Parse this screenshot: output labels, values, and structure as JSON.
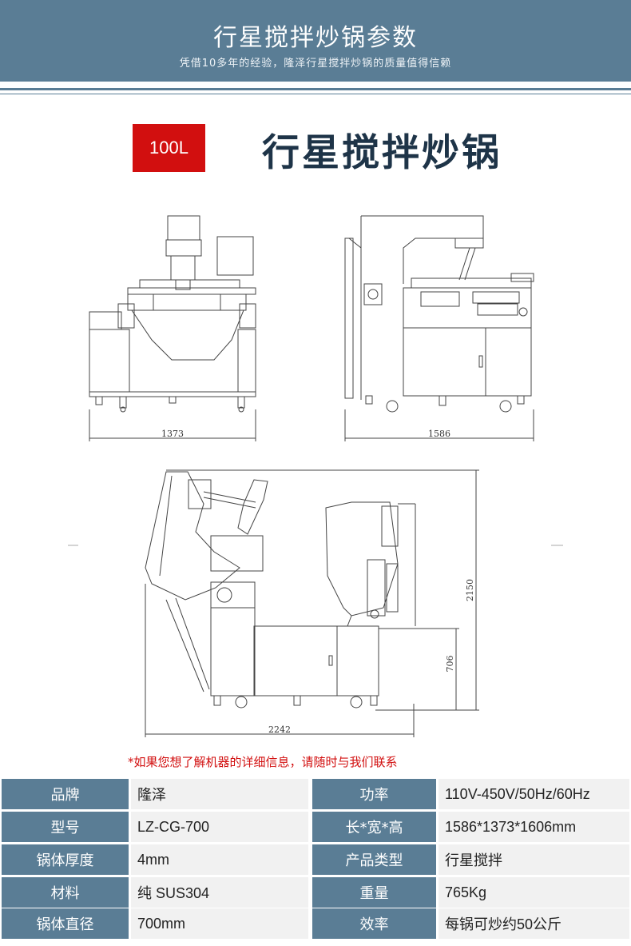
{
  "banner": {
    "title": "行星搅拌炒锅参数",
    "subtitle": "凭借10多年的经验，隆泽行星搅拌炒锅的质量值得信赖"
  },
  "product": {
    "capacity": "100L",
    "name": "行星搅拌炒锅"
  },
  "dimensions": {
    "front_width": "1373",
    "side_width": "1586",
    "tilted_length": "2242",
    "total_height": "2150",
    "table_height": "706"
  },
  "notice": "*如果您想了解机器的详细信息，请随时与我们联系",
  "specs": [
    {
      "label1": "品牌",
      "value1": "隆泽",
      "label2": "功率",
      "value2": "110V-450V/50Hz/60Hz"
    },
    {
      "label1": "型号",
      "value1": "LZ-CG-700",
      "label2": "长*宽*高",
      "value2": "1586*1373*1606mm"
    },
    {
      "label1": "锅体厚度",
      "value1": "4mm",
      "label2": "产品类型",
      "value2": "行星搅拌"
    },
    {
      "label1": "材料",
      "value1": "纯 SUS304",
      "label2": "重量",
      "value2": "765Kg"
    },
    {
      "label1": "锅体直径",
      "value1": "700mm",
      "label2": "效率",
      "value2": "每锅可炒约50公斤"
    }
  ],
  "colors": {
    "banner": "#5a7d95",
    "badge": "#d20f0f",
    "title": "#1e3448",
    "value_bg": "#f1f1f1"
  }
}
